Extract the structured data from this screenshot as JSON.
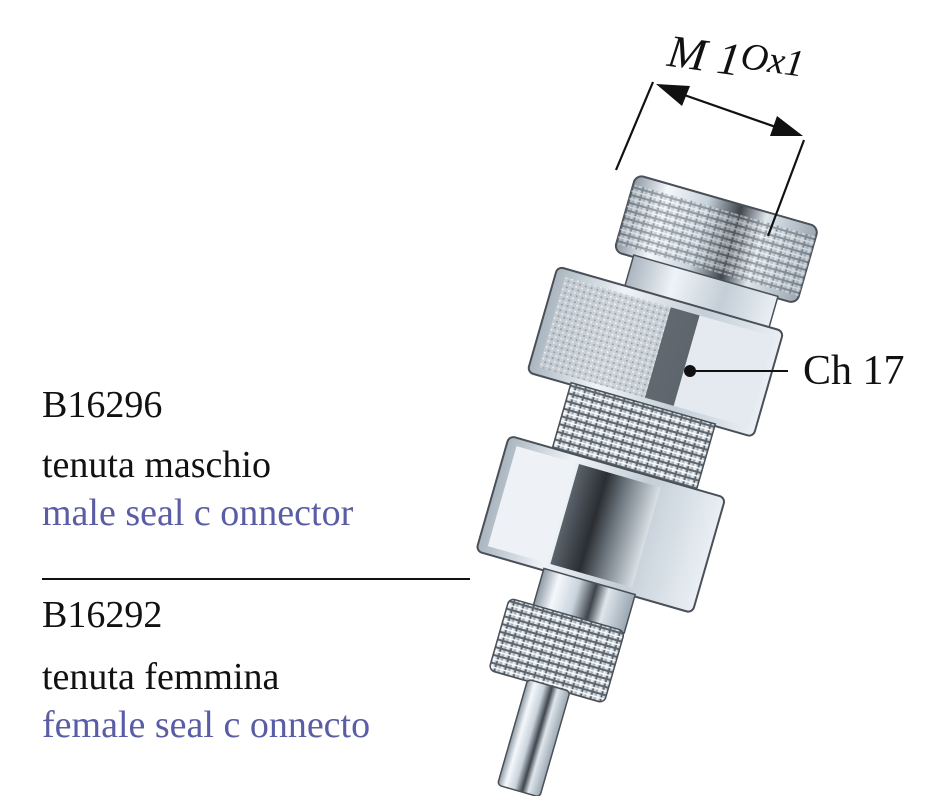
{
  "dimension_label": {
    "prefix": "M 1",
    "superscript": "Ox1"
  },
  "wrench_size_label": "Ch 17",
  "products": [
    {
      "code": "B16296",
      "name_it": "tenuta maschio",
      "name_en": "male seal c onnector"
    },
    {
      "code": "B16292",
      "name_it": "tenuta femmina",
      "name_en": "female seal c onnecto"
    }
  ],
  "colors": {
    "text": "#111111",
    "english_text": "#5a5da6",
    "metal_light": "#e6ecf2",
    "metal_mid": "#b7c2cc",
    "metal_dark": "#3a3f45"
  },
  "icons": [
    "connector-fitting-illustration",
    "double-arrow-icon"
  ]
}
